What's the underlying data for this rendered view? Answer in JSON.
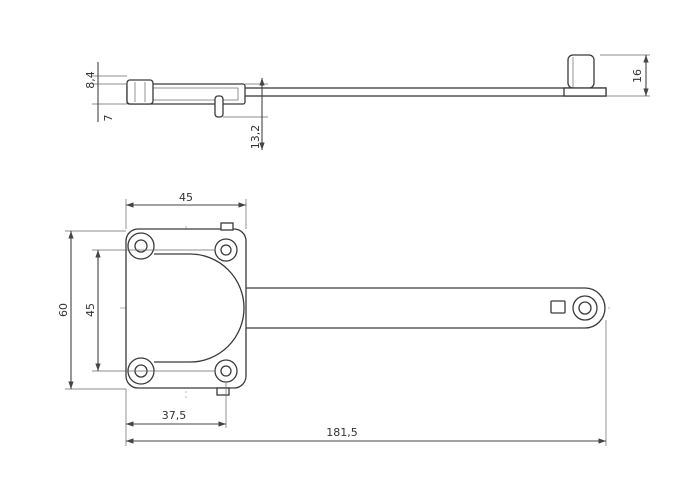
{
  "drawing": {
    "side_view": {
      "dim_8_4": "8,4",
      "dim_7": "7",
      "dim_13_2": "13,2",
      "dim_16": "16"
    },
    "top_view": {
      "dim_45_top": "45",
      "dim_60": "60",
      "dim_45_left": "45",
      "dim_37_5": "37,5",
      "dim_181_5": "181,5"
    }
  }
}
